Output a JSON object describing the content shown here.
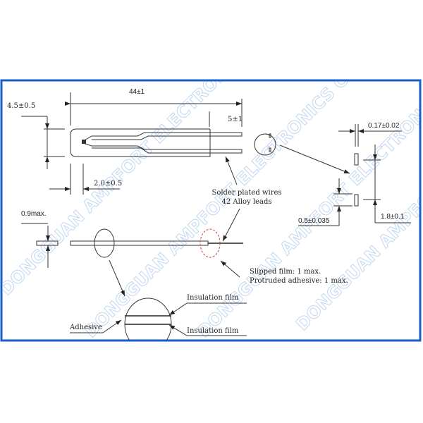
{
  "watermark": "DONGGUAN AMPFORT ELECTRONICS CO., LTD.",
  "colors": {
    "frame": "#1a5fc8",
    "watermark": "#b9d3f0",
    "line": "#333333"
  },
  "dimensions": {
    "length": "44±1",
    "width": "4.5±0.5",
    "tip": "2.0±0.5",
    "lead_length": "5±1",
    "thickness": "0.9max.",
    "lead_thickness": "0.17±0.02",
    "lead_width": "0.5±0.035",
    "lead_pitch": "1.8±0.1"
  },
  "notes": {
    "leads_line1": "Solder plated wires",
    "leads_line2": "42 Alloy leads",
    "slipped": "Slipped film: 1 max.",
    "protruded": "Protruded adhesive: 1 max.",
    "insulation_top": "Insulation film",
    "insulation_bottom": "Insulation film",
    "adhesive": "Adhesive"
  }
}
